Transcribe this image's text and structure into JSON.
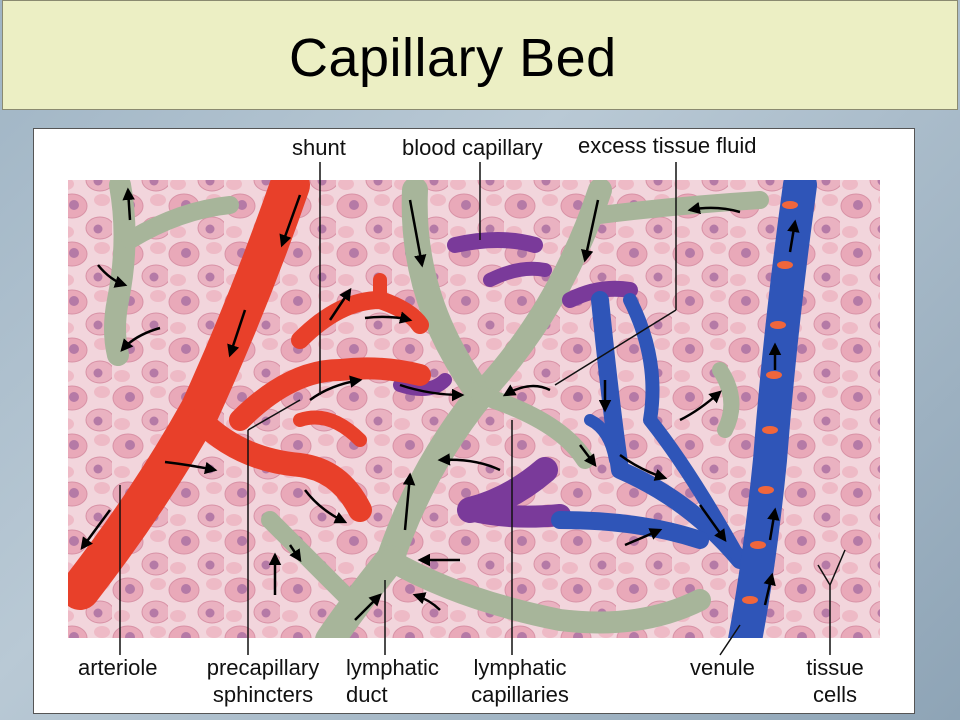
{
  "title": "Capillary Bed",
  "labels": {
    "shunt": "shunt",
    "blood_capillary": "blood capillary",
    "excess_tissue_fluid": "excess tissue fluid",
    "arteriole": "arteriole",
    "precapillary_1": "precapillary",
    "precapillary_2": "sphincters",
    "lymphatic_duct_1": "lymphatic",
    "lymphatic_duct_2": "duct",
    "lymphatic_cap_1": "lymphatic",
    "lymphatic_cap_2": "capillaries",
    "venule": "venule",
    "tissue_cells_1": "tissue",
    "tissue_cells_2": "cells"
  },
  "colors": {
    "title_bg": "#ecefc4",
    "tissue_bg": "#f0d0d8",
    "arteriole": "#e8402a",
    "venule": "#2f55b8",
    "capillary_purple": "#7a3a9a",
    "lymphatic": "#a7b59a"
  }
}
